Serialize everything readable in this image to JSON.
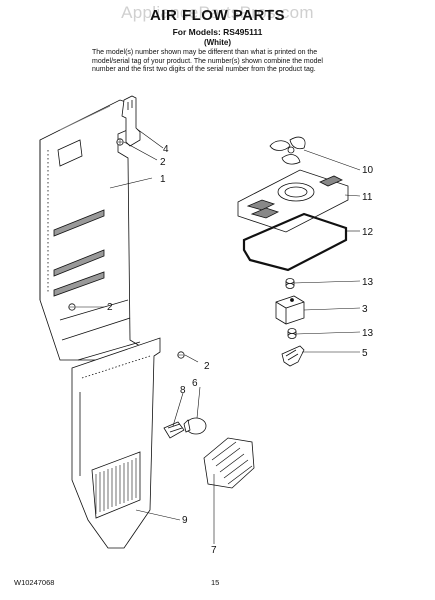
{
  "header": {
    "watermark": "AppliancePartsPros.com",
    "title": "AIR FLOW PARTS",
    "models_line": "For Models: RS495111",
    "color_line": "(White)",
    "note": "The model(s) number shown may be different than what is printed on the model/serial tag of your product. The number(s) shown combine the model number and the first two digits of the serial number from the product tag."
  },
  "callouts": [
    "4",
    "2",
    "1",
    "2",
    "2",
    "8",
    "6",
    "9",
    "7",
    "10",
    "11",
    "12",
    "13",
    "3",
    "13",
    "5"
  ],
  "footer": {
    "doc_number": "W10247068",
    "page_number": "15"
  }
}
